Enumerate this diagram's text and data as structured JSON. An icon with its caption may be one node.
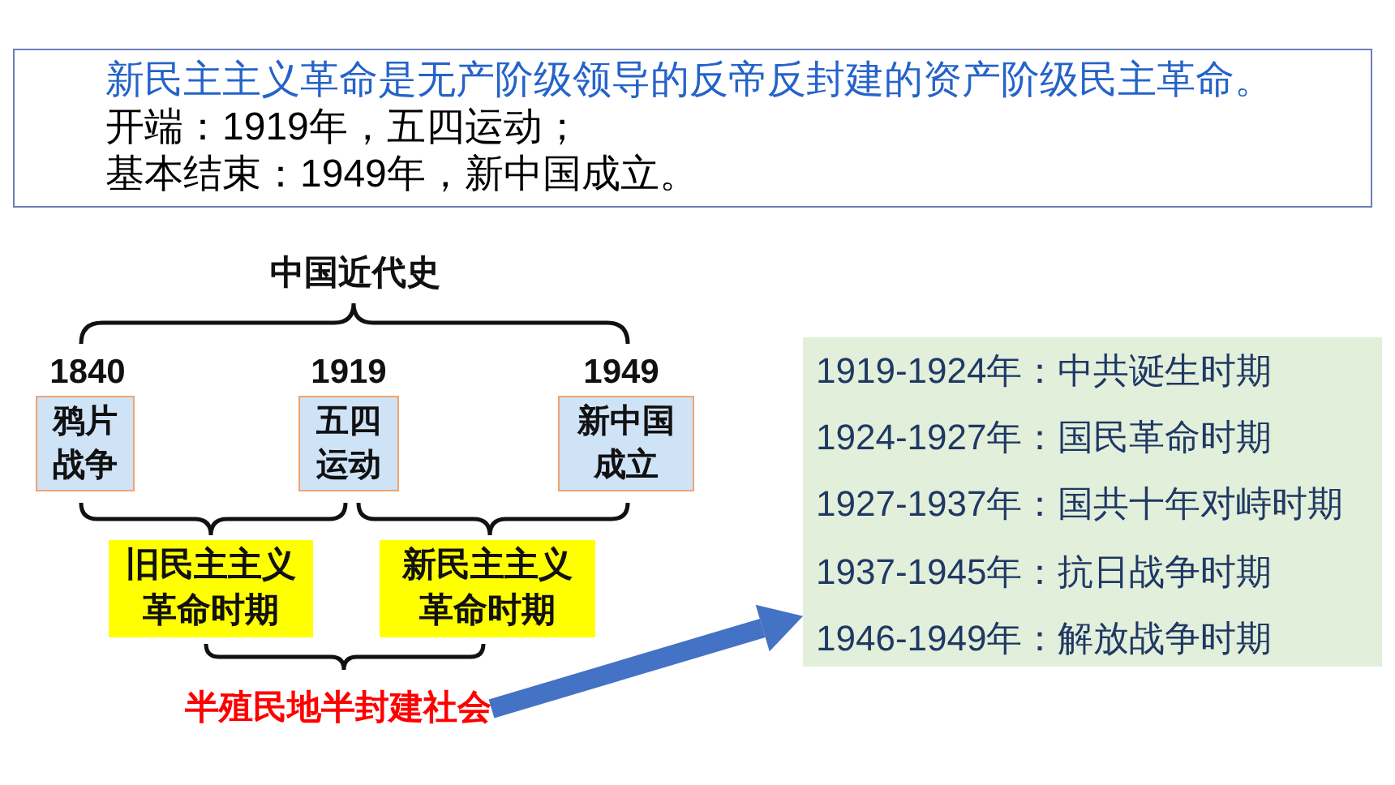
{
  "diagram": {
    "nodes": [
      {
        "text": [
          "新民主主义革命是无产阶级领导的反帝反封建的资产阶级民主革命。",
          "开端：1919年，五四运动；",
          "基本结束：1949年，新中国成立。"
        ]
      },
      {
        "text": [
          "鸦片战争"
        ],
        "beside": [
          "1840"
        ]
      },
      {
        "text": [
          "五四运动"
        ],
        "beside": [
          "1919"
        ]
      },
      {
        "text": [
          "新中国成立"
        ],
        "beside": [
          "1949"
        ]
      },
      {
        "text": [
          "旧民主主义革命时期"
        ]
      },
      {
        "text": [
          "新民主主义革命时期"
        ]
      },
      {
        "text": [
          "半殖民地半封建社会"
        ]
      },
      {
        "text": [
          "1919-1924年：中共诞生时期",
          "1924-1927年：国民革命时期",
          "1927-1937年：国共十年对峙时期",
          "1937-1945年：抗日战争时期",
          "1946-1949年：解放战争时期"
        ]
      }
    ],
    "edges": [
      {
        "from": 6,
        "to": 7,
        "arrow": "to",
        "color": "#4472c4"
      }
    ],
    "labels": [
      "中国近代史"
    ]
  }
}
